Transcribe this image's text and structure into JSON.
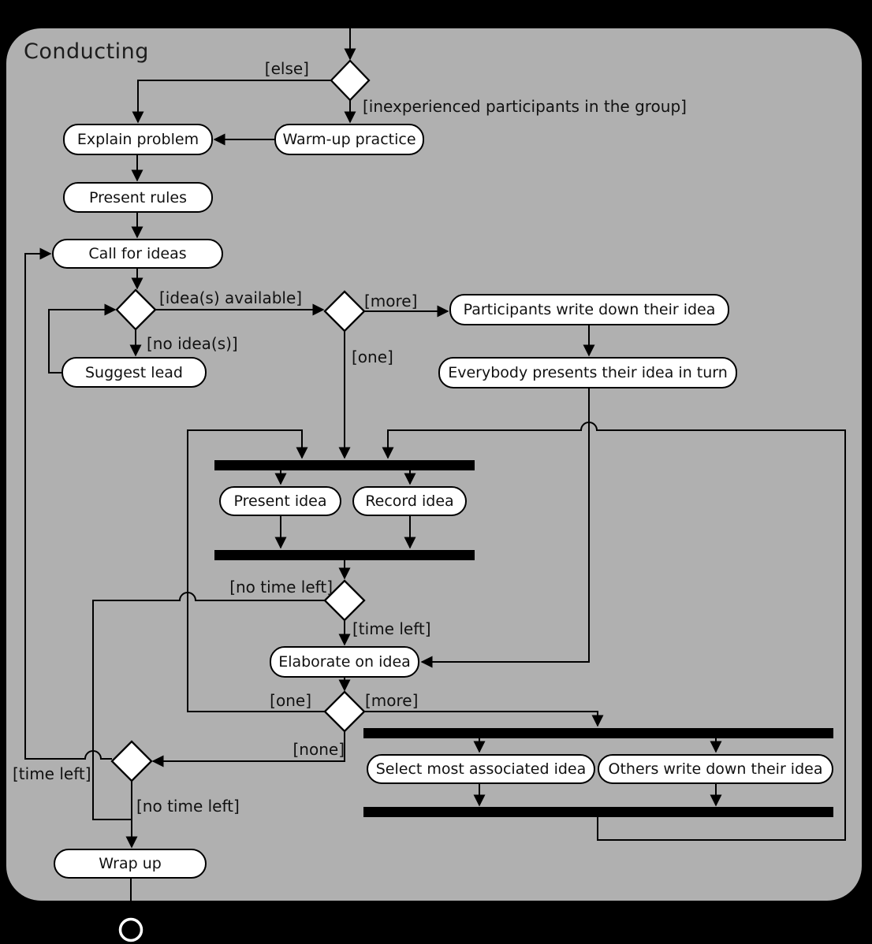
{
  "panel": {
    "title": "Conducting"
  },
  "nodes": {
    "explain_problem": "Explain problem",
    "warm_up_practice": "Warm-up practice",
    "present_rules": "Present rules",
    "call_for_ideas": "Call for ideas",
    "suggest_lead": "Suggest lead",
    "participants_write": "Participants write down their idea",
    "everybody_presents": "Everybody presents their idea in turn",
    "present_idea": "Present idea",
    "record_idea": "Record idea",
    "elaborate_on_idea": "Elaborate on idea",
    "select_most_associated": "Select most associated idea",
    "others_write": "Others write down their idea",
    "wrap_up": "Wrap up"
  },
  "guards": {
    "else": "[else]",
    "inexperienced": "[inexperienced participants in the group]",
    "ideas_available": "[idea(s) available]",
    "no_ideas": "[no idea(s)]",
    "more_top": "[more]",
    "one_top": "[one]",
    "no_time_left_mid": "[no time left]",
    "time_left_mid": "[time left]",
    "one_bottom": "[one]",
    "more_bottom": "[more]",
    "none": "[none]",
    "time_left_bottom": "[time left]",
    "no_time_left_bottom": "[no time left]"
  }
}
